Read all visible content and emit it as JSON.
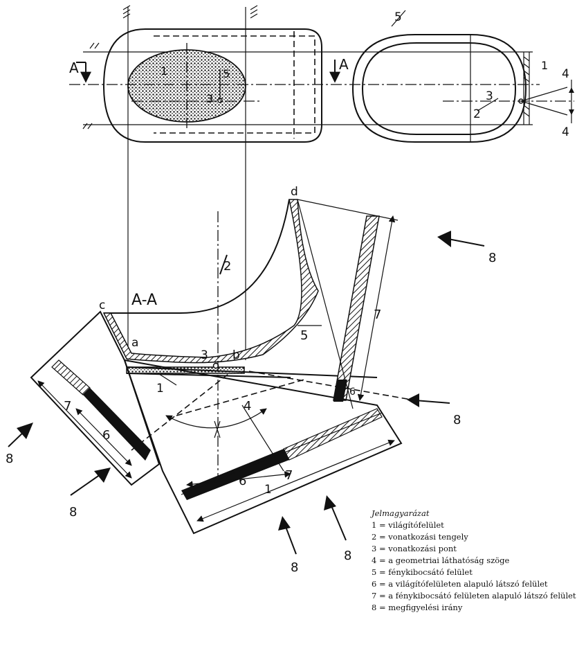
{
  "section_labels": {
    "section_title": "A-A",
    "cut_marker_left": "A",
    "cut_marker_right": "A"
  },
  "point_labels": {
    "a": "a",
    "b": "b",
    "c": "c",
    "d": "d",
    "ref_point": "3"
  },
  "callouts": {
    "top_left_1": "1",
    "top_left_5": "5",
    "top_left_3": "3",
    "top_right_5": "5",
    "top_right_1": "1",
    "top_right_3": "3",
    "top_right_2": "2",
    "top_right_4a": "4",
    "top_right_4b": "4",
    "section_2": "2",
    "section_5": "5",
    "section_1": "1",
    "section_4": "4",
    "dim_7_right": "7",
    "dim_7_left": "7",
    "dim_6_left": "6",
    "dim_6_bottom": "6",
    "dim_7_bottom": "7",
    "dim_1_bottom": "1",
    "dim_6_right_small": "6"
  },
  "observation_labels": {
    "obs_top_right": "8",
    "obs_mid_right": "8",
    "obs_left": "8",
    "obs_lower_left": "8",
    "obs_bottom_1": "8",
    "obs_bottom_2": "8"
  },
  "legend": {
    "title": "Jelmagyarázat",
    "items": [
      "1 = világítófelület",
      "2 = vonatkozási tengely",
      "3 = vonatkozási pont",
      "4 = a geometriai láthatóság szöge",
      "5 = fénykibocsátó felület",
      "6 = a világítófelületen alapuló látszó felület",
      "7 = a fénykibocsátó felületen alapuló látszó felület",
      "8 = megfigyelési irány"
    ]
  },
  "colors": {
    "ink": "#111111",
    "paper": "#ffffff",
    "hatch": "#111111"
  }
}
